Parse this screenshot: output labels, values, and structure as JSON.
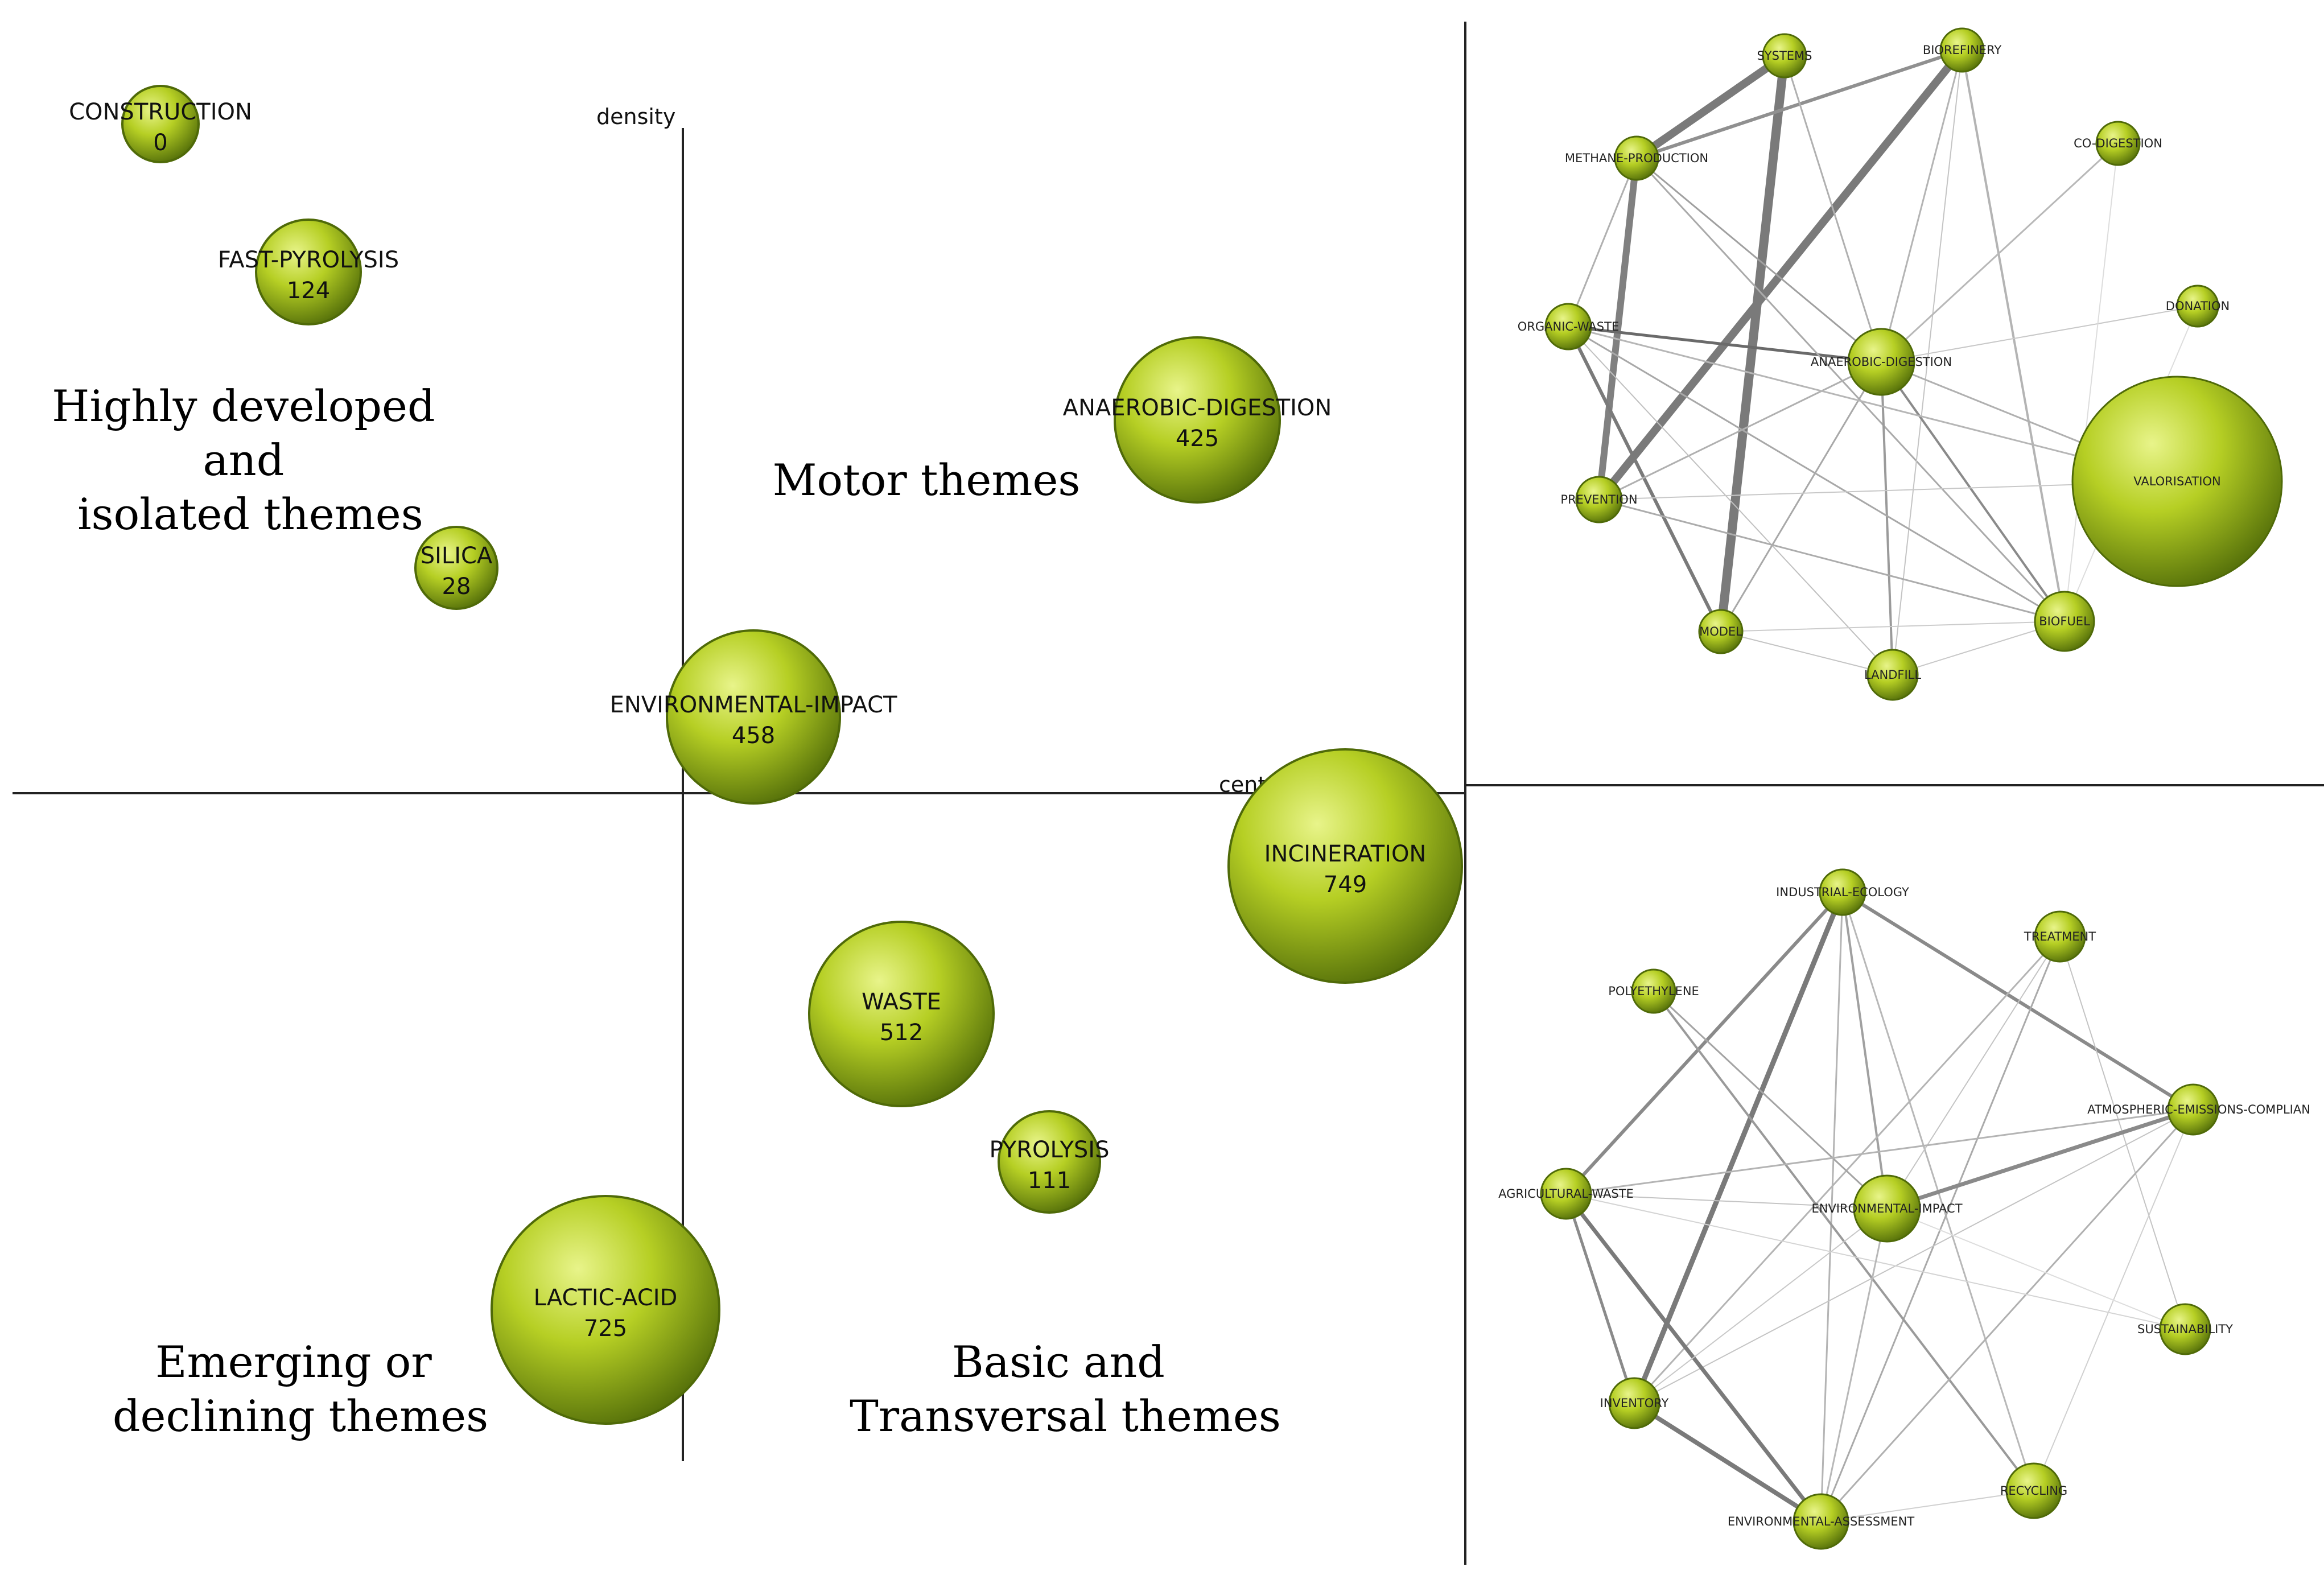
{
  "colors": {
    "node_fill": "#a8c21c",
    "node_highlight": "#e2f07a",
    "node_shadow": "#4f6a08",
    "quadrant_text": "#3a8a1a",
    "axis": "#222222",
    "edge": "#7a7a7a"
  },
  "strategic_diagram": {
    "x_axis_label": "centrality",
    "y_axis_label": "density",
    "quadrant_labels": {
      "top_left": [
        "Highly developed",
        "and",
        "isolated themes"
      ],
      "top_right": [
        "Motor themes"
      ],
      "bottom_left": [
        "Emerging or",
        "declining themes"
      ],
      "bottom_right": [
        "Basic and",
        "Transversal themes"
      ]
    },
    "themes": [
      {
        "name": "CONSTRUCTION",
        "value": "0"
      },
      {
        "name": "FAST-PYROLYSIS",
        "value": "124"
      },
      {
        "name": "SILICA",
        "value": "28"
      },
      {
        "name": "ANAEROBIC-DIGESTION",
        "value": "425"
      },
      {
        "name": "ENVIRONMENTAL-IMPACT",
        "value": "458"
      },
      {
        "name": "INCINERATION",
        "value": "749"
      },
      {
        "name": "WASTE",
        "value": "512"
      },
      {
        "name": "PYROLYSIS",
        "value": "111"
      },
      {
        "name": "LACTIC-ACID",
        "value": "725"
      }
    ]
  },
  "network_top": {
    "nodes": [
      {
        "id": "systems",
        "label": "SYSTEMS"
      },
      {
        "id": "biorefinery",
        "label": "BIOREFINERY"
      },
      {
        "id": "methane",
        "label": "METHANE-PRODUCTION"
      },
      {
        "id": "codigestion",
        "label": "CO-DIGESTION"
      },
      {
        "id": "donation",
        "label": "DONATION"
      },
      {
        "id": "organic",
        "label": "ORGANIC-WASTE"
      },
      {
        "id": "anaerobic",
        "label": "ANAEROBIC-DIGESTION"
      },
      {
        "id": "valorisation",
        "label": "VALORISATION"
      },
      {
        "id": "prevention",
        "label": "PREVENTION"
      },
      {
        "id": "model",
        "label": "MODEL"
      },
      {
        "id": "landfill",
        "label": "LANDFILL"
      },
      {
        "id": "biofuel",
        "label": "BIOFUEL"
      }
    ]
  },
  "network_bottom": {
    "nodes": [
      {
        "id": "industrial",
        "label": "INDUSTRIAL-ECOLOGY"
      },
      {
        "id": "treatment",
        "label": "TREATMENT"
      },
      {
        "id": "polyethylene",
        "label": "POLYETHYLENE"
      },
      {
        "id": "atmospheric",
        "label": "ATMOSPHERIC-EMISSIONS-COMPLIAN"
      },
      {
        "id": "agricultural",
        "label": "AGRICULTURAL-WASTE"
      },
      {
        "id": "envimpact",
        "label": "ENVIRONMENTAL-IMPACT"
      },
      {
        "id": "sustainability",
        "label": "SUSTAINABILITY"
      },
      {
        "id": "inventory",
        "label": "INVENTORY"
      },
      {
        "id": "recycling",
        "label": "RECYCLING"
      },
      {
        "id": "envassess",
        "label": "ENVIRONMENTAL-ASSESSMENT"
      }
    ]
  }
}
